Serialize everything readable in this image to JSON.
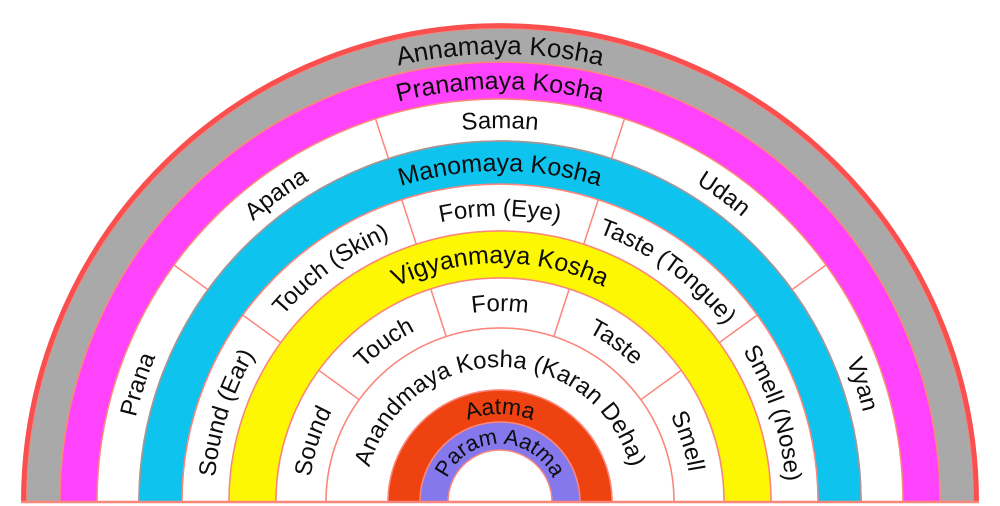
{
  "colors": {
    "background": "#ffffff",
    "outer_border": "#f94f4f",
    "divider_lines": "#fb867c",
    "text": "#0d0d0d",
    "cyan_outer_edge": "#9a9a9a"
  },
  "rings": [
    {
      "id": "annamaya",
      "label": "Annamaya Kosha",
      "color": "#a9a9a9"
    },
    {
      "id": "pranamaya",
      "label": "Pranamaya Kosha",
      "color": "#ff42fc"
    },
    {
      "id": "prana-vayus",
      "color": "#ffffff",
      "segments": [
        "Prana",
        "Apana",
        "Saman",
        "Udan",
        "Vyan"
      ]
    },
    {
      "id": "manomaya",
      "label": "Manomaya Kosha",
      "color": "#0fc3ef"
    },
    {
      "id": "sense-organs",
      "color": "#ffffff",
      "segments": [
        "Sound (Ear)",
        "Touch (Skin)",
        "Form (Eye)",
        "Taste (Tongue)",
        "Smell (Nose)"
      ]
    },
    {
      "id": "vigyanmaya",
      "label": "Vigyanmaya Kosha",
      "color": "#fdf703"
    },
    {
      "id": "sense-objects",
      "color": "#ffffff",
      "segments": [
        "Sound",
        "Touch",
        "Form",
        "Taste",
        "Smell"
      ]
    },
    {
      "id": "anandmaya",
      "label": "Anandmaya Kosha (Karan Deha)",
      "color": "#ffffff"
    },
    {
      "id": "aatma",
      "label": "Aatma",
      "color": "#ee4310"
    },
    {
      "id": "param-aatma",
      "label": "Param Aatma",
      "color": "#8478ec"
    }
  ]
}
